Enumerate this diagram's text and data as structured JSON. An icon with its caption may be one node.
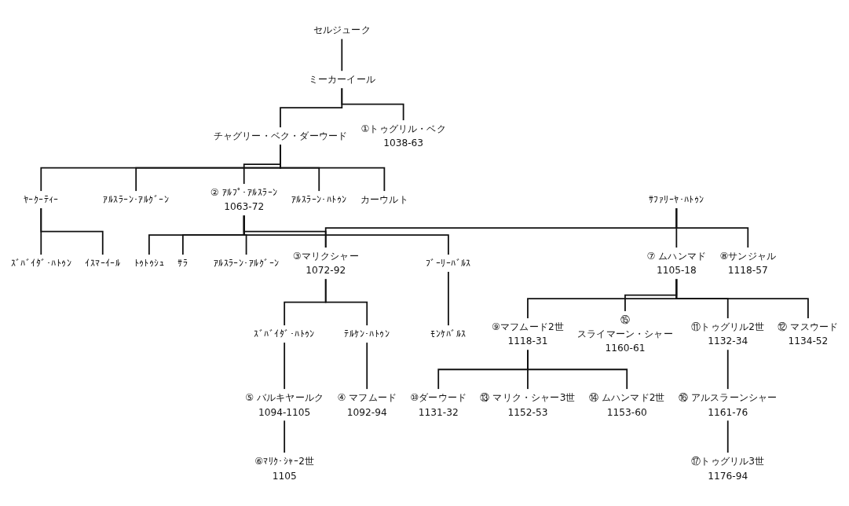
{
  "diagram": {
    "nodes": [
      {
        "text": [
          "セルジューク"
        ]
      },
      {
        "text": [
          "ミーカーイール"
        ]
      },
      {
        "text": [
          "チャグリー・ベク・ダーウード"
        ]
      },
      {
        "text": [
          "①トゥグリル・ベク",
          "1038-63"
        ]
      },
      {
        "text": [
          "ﾔｰｸｰﾃｨｰ"
        ]
      },
      {
        "text": [
          "ｱﾙｽﾗｰﾝ･ｱﾙｸﾞｰﾝ"
        ]
      },
      {
        "text": [
          "② ｱﾙﾌﾟ･ｱﾙｽﾗｰﾝ",
          "1063-72"
        ]
      },
      {
        "text": [
          "ｱﾙｽﾗｰﾝ･ﾊﾄｩﾝ"
        ]
      },
      {
        "text": [
          "カーウルト"
        ]
      },
      {
        "text": [
          "ｽﾞﾊﾞｲﾀﾞ･ﾊﾄｩﾝ"
        ]
      },
      {
        "text": [
          "ｲｽﾏｰｲｰﾙ"
        ]
      },
      {
        "text": [
          "ﾄｩﾄｩｼｭ"
        ]
      },
      {
        "text": [
          "ｻﾗ"
        ]
      },
      {
        "text": [
          "ｻﾌｧﾘｰﾔ･ﾊﾄｩﾝ"
        ]
      },
      {
        "text": [
          "③マリクシャー",
          "1072-92"
        ]
      },
      {
        "text": [
          "ｽﾞﾊﾞｲﾀﾞ･ﾊﾄｩﾝ"
        ]
      },
      {
        "text": [
          "ｱﾙｽﾗｰﾝ･ｱﾙｸﾞｰﾝ"
        ]
      },
      {
        "text": [
          "ﾌﾞｰﾘｰﾊﾞﾙｽ"
        ]
      },
      {
        "text": [
          "ﾓﾝｹﾊﾞﾙｽ"
        ]
      },
      {
        "text": [
          "ﾃﾙｹﾝ･ﾊﾄｩﾝ"
        ]
      },
      {
        "text": [
          "⑦ ムハンマド",
          "1105-18"
        ]
      },
      {
        "text": [
          "⑧サンジャル",
          "1118-57"
        ]
      },
      {
        "text": [
          "⑤ バルキヤールク",
          "1094-1105"
        ]
      },
      {
        "text": [
          "④ マフムード",
          "1092-94"
        ]
      },
      {
        "text": [
          "⑥ﾏﾘｸ･ｼｬｰ2世",
          "1105"
        ]
      },
      {
        "text": [
          "⑨マフムード2世",
          "1118-31"
        ]
      },
      {
        "text": [
          "⑮",
          "スライマーン・シャー",
          "1160-61"
        ]
      },
      {
        "text": [
          "⑪トゥグリル2世",
          "1132-34"
        ]
      },
      {
        "text": [
          "⑫ マスウード",
          "1134-52"
        ]
      },
      {
        "text": [
          "⑩ダーウード",
          "1131-32"
        ]
      },
      {
        "text": [
          "⑬ マリク・シャー3世",
          "1152-53"
        ]
      },
      {
        "text": [
          "⑭ ムハンマド2世",
          "1153-60"
        ]
      },
      {
        "text": [
          "⑯ アルスラーンシャー",
          "1161-76"
        ]
      },
      {
        "text": [
          "⑰トゥグリル3世",
          "1176-94"
        ]
      }
    ],
    "edges": [
      {
        "from": 0,
        "to": 1,
        "arrow": "none"
      },
      {
        "from": 1,
        "to": 2,
        "arrow": "none"
      },
      {
        "from": 1,
        "to": 3,
        "arrow": "none"
      },
      {
        "from": 2,
        "to": 4,
        "arrow": "none"
      },
      {
        "from": 2,
        "to": 5,
        "arrow": "none"
      },
      {
        "from": 2,
        "to": 6,
        "arrow": "none"
      },
      {
        "from": 2,
        "to": 7,
        "arrow": "none"
      },
      {
        "from": 2,
        "to": 8,
        "arrow": "none"
      },
      {
        "from": 4,
        "to": 9,
        "arrow": "none"
      },
      {
        "from": 4,
        "to": 10,
        "arrow": "none"
      },
      {
        "from": 6,
        "to": 11,
        "arrow": "none"
      },
      {
        "from": 6,
        "to": 12,
        "arrow": "none"
      },
      {
        "from": 6,
        "to": 14,
        "arrow": "none"
      },
      {
        "from": 6,
        "to": 16,
        "arrow": "none"
      },
      {
        "from": 6,
        "to": 17,
        "arrow": "none"
      },
      {
        "from": 17,
        "to": 18,
        "arrow": "none"
      },
      {
        "from": 13,
        "to": 14,
        "arrow": "none"
      },
      {
        "from": 14,
        "to": 15,
        "arrow": "none"
      },
      {
        "from": 14,
        "to": 19,
        "arrow": "none"
      },
      {
        "from": 13,
        "to": 20,
        "arrow": "none"
      },
      {
        "from": 13,
        "to": 21,
        "arrow": "none"
      },
      {
        "from": 15,
        "to": 22,
        "arrow": "none"
      },
      {
        "from": 19,
        "to": 23,
        "arrow": "none"
      },
      {
        "from": 22,
        "to": 24,
        "arrow": "none"
      },
      {
        "from": 20,
        "to": 25,
        "arrow": "none"
      },
      {
        "from": 20,
        "to": 26,
        "arrow": "none"
      },
      {
        "from": 20,
        "to": 27,
        "arrow": "none"
      },
      {
        "from": 20,
        "to": 28,
        "arrow": "none"
      },
      {
        "from": 25,
        "to": 29,
        "arrow": "none"
      },
      {
        "from": 25,
        "to": 30,
        "arrow": "none"
      },
      {
        "from": 25,
        "to": 31,
        "arrow": "none"
      },
      {
        "from": 27,
        "to": 32,
        "arrow": "none"
      },
      {
        "from": 32,
        "to": 33,
        "arrow": "none"
      }
    ]
  }
}
